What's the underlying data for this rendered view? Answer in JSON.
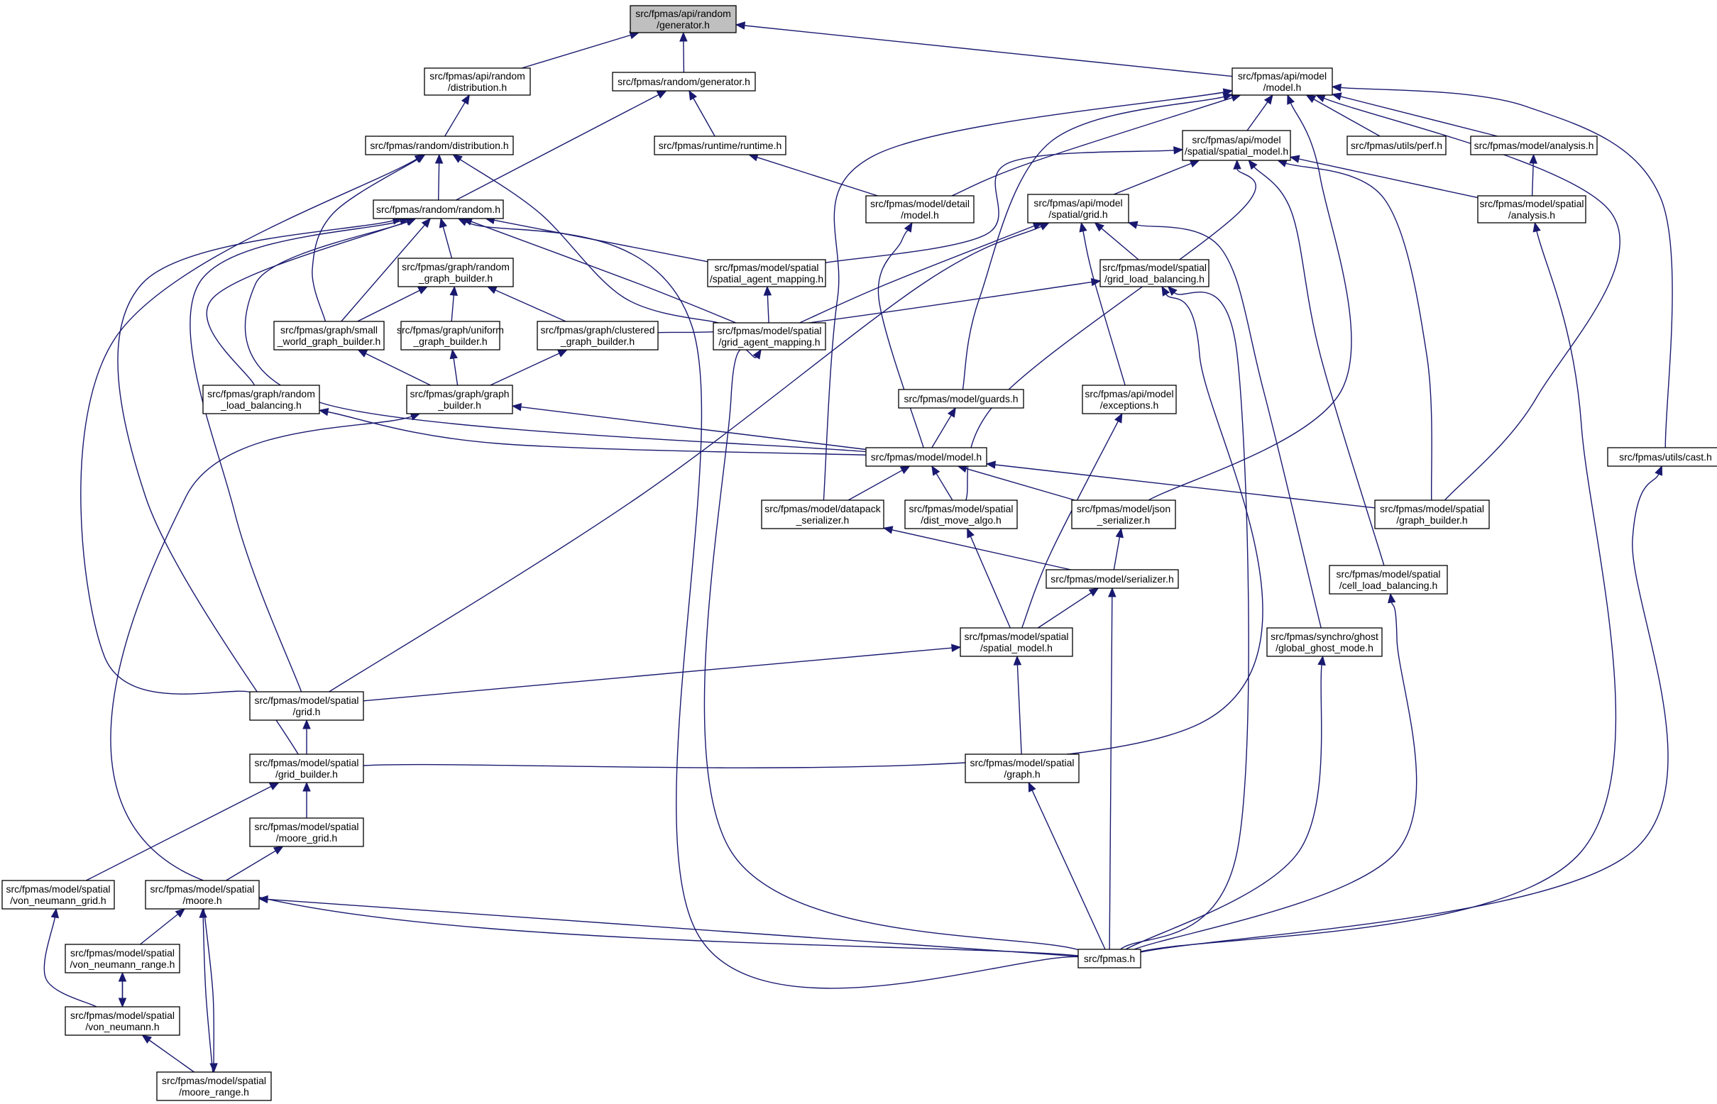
{
  "colors": {
    "edge": "#191970",
    "root_fill": "#bfbfbf",
    "node_fill": "#ffffff",
    "node_stroke": "#000000"
  },
  "nodes": [
    {
      "id": "gen",
      "lines": [
        "src/fpmas/api/random",
        "/generator.h"
      ],
      "root": true
    },
    {
      "id": "apidist",
      "lines": [
        "src/fpmas/api/random",
        "/distribution.h"
      ]
    },
    {
      "id": "rgen",
      "lines": [
        "src/fpmas/random/generator.h"
      ]
    },
    {
      "id": "apimodel",
      "lines": [
        "src/fpmas/api/model",
        "/model.h"
      ]
    },
    {
      "id": "rdist",
      "lines": [
        "src/fpmas/random/distribution.h"
      ]
    },
    {
      "id": "runtime",
      "lines": [
        "src/fpmas/runtime/runtime.h"
      ]
    },
    {
      "id": "apispatial",
      "lines": [
        "src/fpmas/api/model",
        "/spatial/spatial_model.h"
      ]
    },
    {
      "id": "perf",
      "lines": [
        "src/fpmas/utils/perf.h"
      ]
    },
    {
      "id": "analysis",
      "lines": [
        "src/fpmas/model/analysis.h"
      ]
    },
    {
      "id": "random",
      "lines": [
        "src/fpmas/random/random.h"
      ]
    },
    {
      "id": "detail",
      "lines": [
        "src/fpmas/model/detail",
        "/model.h"
      ]
    },
    {
      "id": "apigrid",
      "lines": [
        "src/fpmas/api/model",
        "/spatial/grid.h"
      ]
    },
    {
      "id": "sanalysis",
      "lines": [
        "src/fpmas/model/spatial",
        "/analysis.h"
      ]
    },
    {
      "id": "rgb",
      "lines": [
        "src/fpmas/graph/random",
        "_graph_builder.h"
      ]
    },
    {
      "id": "sam",
      "lines": [
        "src/fpmas/model/spatial",
        "/spatial_agent_mapping.h"
      ]
    },
    {
      "id": "glb",
      "lines": [
        "src/fpmas/model/spatial",
        "/grid_load_balancing.h"
      ]
    },
    {
      "id": "swgb",
      "lines": [
        "src/fpmas/graph/small",
        "_world_graph_builder.h"
      ]
    },
    {
      "id": "ugb",
      "lines": [
        "src/fpmas/graph/uniform",
        "_graph_builder.h"
      ]
    },
    {
      "id": "cgb",
      "lines": [
        "src/fpmas/graph/clustered",
        "_graph_builder.h"
      ]
    },
    {
      "id": "gam",
      "lines": [
        "src/fpmas/model/spatial",
        "/grid_agent_mapping.h"
      ]
    },
    {
      "id": "rlb",
      "lines": [
        "src/fpmas/graph/random",
        "_load_balancing.h"
      ]
    },
    {
      "id": "gb",
      "lines": [
        "src/fpmas/graph/graph",
        "_builder.h"
      ]
    },
    {
      "id": "guards",
      "lines": [
        "src/fpmas/model/guards.h"
      ]
    },
    {
      "id": "exceptions",
      "lines": [
        "src/fpmas/api/model",
        "/exceptions.h"
      ]
    },
    {
      "id": "model",
      "lines": [
        "src/fpmas/model/model.h"
      ]
    },
    {
      "id": "cast",
      "lines": [
        "src/fpmas/utils/cast.h"
      ]
    },
    {
      "id": "datapack",
      "lines": [
        "src/fpmas/model/datapack",
        "_serializer.h"
      ]
    },
    {
      "id": "dma",
      "lines": [
        "src/fpmas/model/spatial",
        "/dist_move_algo.h"
      ]
    },
    {
      "id": "json",
      "lines": [
        "src/fpmas/model/json",
        "_serializer.h"
      ]
    },
    {
      "id": "sgb",
      "lines": [
        "src/fpmas/model/spatial",
        "/graph_builder.h"
      ]
    },
    {
      "id": "serializer",
      "lines": [
        "src/fpmas/model/serializer.h"
      ]
    },
    {
      "id": "clb",
      "lines": [
        "src/fpmas/model/spatial",
        "/cell_load_balancing.h"
      ]
    },
    {
      "id": "sm",
      "lines": [
        "src/fpmas/model/spatial",
        "/spatial_model.h"
      ]
    },
    {
      "id": "ggm",
      "lines": [
        "src/fpmas/synchro/ghost",
        "/global_ghost_mode.h"
      ]
    },
    {
      "id": "grid",
      "lines": [
        "src/fpmas/model/spatial",
        "/grid.h"
      ]
    },
    {
      "id": "gridb",
      "lines": [
        "src/fpmas/model/spatial",
        "/grid_builder.h"
      ]
    },
    {
      "id": "sgraph",
      "lines": [
        "src/fpmas/model/spatial",
        "/graph.h"
      ]
    },
    {
      "id": "mgrid",
      "lines": [
        "src/fpmas/model/spatial",
        "/moore_grid.h"
      ]
    },
    {
      "id": "vngrid",
      "lines": [
        "src/fpmas/model/spatial",
        "/von_neumann_grid.h"
      ]
    },
    {
      "id": "moore",
      "lines": [
        "src/fpmas/model/spatial",
        "/moore.h"
      ]
    },
    {
      "id": "vnrange",
      "lines": [
        "src/fpmas/model/spatial",
        "/von_neumann_range.h"
      ]
    },
    {
      "id": "fpmas",
      "lines": [
        "src/fpmas.h"
      ]
    },
    {
      "id": "vn",
      "lines": [
        "src/fpmas/model/spatial",
        "/von_neumann.h"
      ]
    },
    {
      "id": "mrange",
      "lines": [
        "src/fpmas/model/spatial",
        "/moore_range.h"
      ]
    }
  ],
  "edges": [
    [
      "apidist",
      "gen"
    ],
    [
      "rgen",
      "gen"
    ],
    [
      "apimodel",
      "gen"
    ],
    [
      "rdist",
      "apidist"
    ],
    [
      "random",
      "rgen"
    ],
    [
      "runtime",
      "rgen"
    ],
    [
      "random",
      "rdist"
    ],
    [
      "swgb",
      "rdist"
    ],
    [
      "gam",
      "rdist"
    ],
    [
      "grid",
      "rdist"
    ],
    [
      "detail",
      "runtime"
    ],
    [
      "detail",
      "apimodel"
    ],
    [
      "apispatial",
      "apimodel"
    ],
    [
      "perf",
      "apimodel"
    ],
    [
      "analysis",
      "apimodel"
    ],
    [
      "guards",
      "apimodel"
    ],
    [
      "datapack",
      "apimodel"
    ],
    [
      "json",
      "apimodel"
    ],
    [
      "sgb",
      "apimodel"
    ],
    [
      "cast",
      "apimodel"
    ],
    [
      "sanalysis",
      "analysis"
    ],
    [
      "rgb",
      "random"
    ],
    [
      "swgb",
      "random"
    ],
    [
      "sam",
      "random"
    ],
    [
      "gam",
      "random"
    ],
    [
      "rlb",
      "random"
    ],
    [
      "model",
      "random"
    ],
    [
      "grid",
      "random"
    ],
    [
      "gridb",
      "random"
    ],
    [
      "fpmas",
      "random"
    ],
    [
      "model",
      "detail"
    ],
    [
      "apigrid",
      "apispatial"
    ],
    [
      "sam",
      "apispatial"
    ],
    [
      "sanalysis",
      "apispatial"
    ],
    [
      "dma",
      "apispatial"
    ],
    [
      "sgb",
      "apispatial"
    ],
    [
      "clb",
      "apispatial"
    ],
    [
      "glb",
      "apigrid"
    ],
    [
      "gam",
      "apigrid"
    ],
    [
      "grid",
      "apigrid"
    ],
    [
      "exceptions",
      "apigrid"
    ],
    [
      "ggm",
      "apigrid"
    ],
    [
      "fpmas",
      "sanalysis"
    ],
    [
      "swgb",
      "rgb"
    ],
    [
      "ugb",
      "rgb"
    ],
    [
      "cgb",
      "rgb"
    ],
    [
      "gam",
      "sam"
    ],
    [
      "cgb",
      "glb"
    ],
    [
      "gridb",
      "glb"
    ],
    [
      "fpmas",
      "glb"
    ],
    [
      "gb",
      "swgb"
    ],
    [
      "gb",
      "ugb"
    ],
    [
      "gb",
      "cgb"
    ],
    [
      "fpmas",
      "gam"
    ],
    [
      "model",
      "rlb"
    ],
    [
      "model",
      "gb"
    ],
    [
      "fpmas",
      "gb"
    ],
    [
      "model",
      "guards"
    ],
    [
      "sm",
      "exceptions"
    ],
    [
      "datapack",
      "model"
    ],
    [
      "dma",
      "model"
    ],
    [
      "json",
      "model"
    ],
    [
      "sgb",
      "model"
    ],
    [
      "fpmas",
      "cast"
    ],
    [
      "serializer",
      "datapack"
    ],
    [
      "sm",
      "dma"
    ],
    [
      "serializer",
      "json"
    ],
    [
      "sm",
      "serializer"
    ],
    [
      "fpmas",
      "serializer"
    ],
    [
      "fpmas",
      "clb"
    ],
    [
      "grid",
      "sm"
    ],
    [
      "sgraph",
      "sm"
    ],
    [
      "fpmas",
      "ggm"
    ],
    [
      "gridb",
      "grid"
    ],
    [
      "mgrid",
      "gridb"
    ],
    [
      "vngrid",
      "gridb"
    ],
    [
      "fpmas",
      "sgraph"
    ],
    [
      "moore",
      "mgrid"
    ],
    [
      "vn",
      "vngrid"
    ],
    [
      "vnrange",
      "moore"
    ],
    [
      "mrange",
      "moore"
    ],
    [
      "fpmas",
      "moore"
    ],
    [
      "vn",
      "vnrange"
    ],
    [
      "vnrange",
      "vn"
    ],
    [
      "mrange",
      "vn"
    ],
    [
      "moore",
      "mrange"
    ]
  ]
}
